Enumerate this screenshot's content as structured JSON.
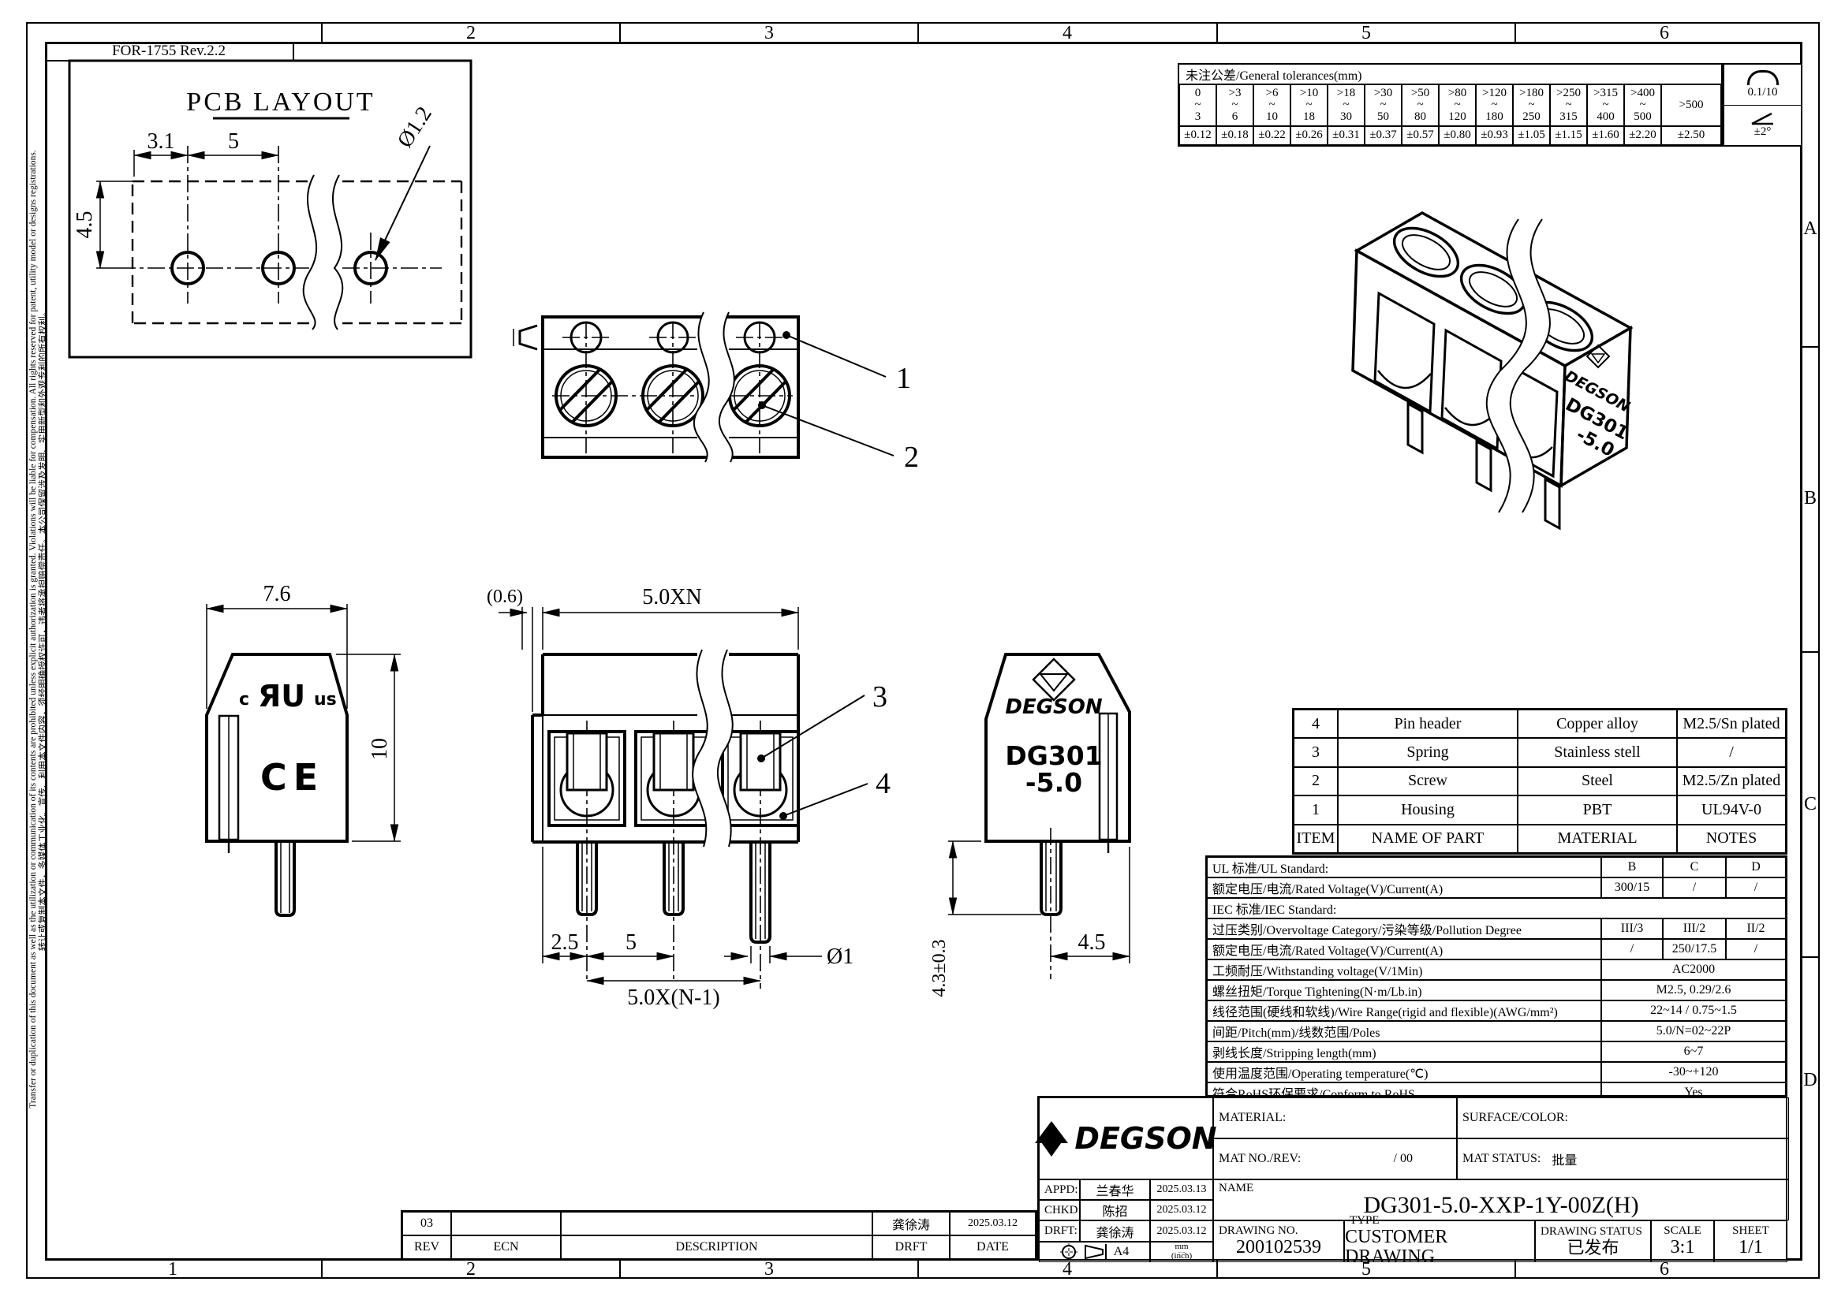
{
  "sheet": {
    "form_label": "FOR-1755 Rev.2.2",
    "zones_top": [
      "2",
      "3",
      "4",
      "5",
      "6"
    ],
    "zones_bottom": [
      "1",
      "2",
      "3",
      "4",
      "5",
      "6"
    ],
    "zones_right": [
      "A",
      "B",
      "C",
      "D"
    ],
    "disclaimer_line1": "Transfer or duplication of this document as well as the utilization or communication of its contents are prohibited unless explicit authorization is granted. Violations will be liable for compensation. All rights reserved for patent, utility model or designs registrations.",
    "disclaimer_line2": "转让或复制本文件，多媒体工业化、宣传、利用本文件内容，须经明确授权许可，违者将承担赔偿责任。本公司保留涉及发明、实用新型和外观专利的所有权利。"
  },
  "pcb": {
    "title": "PCB LAYOUT",
    "dim_pitch_edge": "3.1",
    "dim_pitch": "5",
    "dim_row": "4.5",
    "dim_hole": "Ø1.2"
  },
  "top_view": {
    "balloon_1": "1",
    "balloon_2": "2"
  },
  "front_view": {
    "dim_end": "(0.6)",
    "dim_overall": "5.0XN",
    "dim_pin_edge": "2.5",
    "dim_pitch": "5",
    "dim_span": "5.0X(N-1)",
    "dim_pin": "Ø1",
    "balloon_3": "3",
    "balloon_4": "4"
  },
  "marking_view": {
    "dim_width": "7.6",
    "dim_height": "10",
    "ul_c": "c",
    "ul_mark": "ЯU",
    "ul_us": "us",
    "ce_mark": "CE"
  },
  "side_view": {
    "brand": "DEGSON",
    "model_1": "DG301",
    "model_2": "-5.0",
    "dim_pin_len": "4.3±0.3",
    "dim_depth": "4.5"
  },
  "iso_view": {
    "brand": "DEGSON",
    "model_1": "DG301",
    "model_2": "-5.0"
  },
  "tolerances": {
    "title": "未注公差/General tolerances(mm)",
    "ranges": [
      "0\n~\n3",
      ">3\n~\n6",
      ">6\n~\n10",
      ">10\n~\n18",
      ">18\n~\n30",
      ">30\n~\n50",
      ">50\n~\n80",
      ">80\n~\n120",
      ">120\n~\n180",
      ">180\n~\n250",
      ">250\n~\n315",
      ">315\n~\n400",
      ">400\n~\n500",
      ">500"
    ],
    "values": [
      "±0.12",
      "±0.18",
      "±0.22",
      "±0.26",
      "±0.31",
      "±0.37",
      "±0.57",
      "±0.80",
      "±0.93",
      "±1.05",
      "±1.15",
      "±1.60",
      "±2.20",
      "±2.50"
    ],
    "flatness": "0.1/10",
    "angle": "±2°"
  },
  "parts": {
    "headers": [
      "ITEM",
      "NAME OF PART",
      "MATERIAL",
      "NOTES"
    ],
    "rows": [
      [
        "4",
        "Pin header",
        "Copper alloy",
        "M2.5/Sn plated"
      ],
      [
        "3",
        "Spring",
        "Stainless stell",
        "/"
      ],
      [
        "2",
        "Screw",
        "Steel",
        "M2.5/Zn plated"
      ],
      [
        "1",
        "Housing",
        "PBT",
        "UL94V-0"
      ]
    ]
  },
  "specs": {
    "rows": [
      {
        "label": "UL 标准/UL Standard:",
        "b": "B",
        "c": "C",
        "d": "D"
      },
      {
        "label": "额定电压/电流/Rated Voltage(V)/Current(A)",
        "b": "300/15",
        "c": "/",
        "d": "/"
      },
      {
        "label": "IEC 标准/IEC Standard:"
      },
      {
        "label": "过压类别/Overvoltage Category/污染等级/Pollution Degree",
        "b": "III/3",
        "c": "III/2",
        "d": "II/2"
      },
      {
        "label": "额定电压/电流/Rated Voltage(V)/Current(A)",
        "b": "/",
        "c": "250/17.5",
        "d": "/"
      },
      {
        "label": "工频耐压/Withstanding voltage(V/1Min)",
        "v": "AC2000"
      },
      {
        "label": "螺丝扭矩/Torque Tightening(N·m/Lb.in)",
        "v": "M2.5, 0.29/2.6"
      },
      {
        "label": "线径范围(硬线和软线)/Wire Range(rigid and flexible)(AWG/mm²)",
        "v": "22~14 / 0.75~1.5"
      },
      {
        "label": "间距/Pitch(mm)/线数范围/Poles",
        "v": "5.0/N=02~22P"
      },
      {
        "label": "剥线长度/Stripping length(mm)",
        "v": "6~7"
      },
      {
        "label": "使用温度范围/Operating temperature(℃)",
        "v": "-30~+120"
      },
      {
        "label": "符合RoHS环保要求/Conform to RoHS",
        "v": "Yes"
      }
    ]
  },
  "titleblock": {
    "brand": "DEGSON",
    "material_label": "MATERIAL:",
    "surface_label": "SURFACE/COLOR:",
    "matno_label": "MAT NO./REV:",
    "matno_value": "/ 00",
    "matstatus_label": "MAT STATUS:",
    "matstatus_value": "批量",
    "appd_label": "APPD:",
    "appd_name": "兰春华",
    "appd_date": "2025.03.13",
    "chkd_label": "CHKD:",
    "chkd_name": "陈招",
    "chkd_date": "2025.03.12",
    "drft_label": "DRFT:",
    "drft_name": "龚徐涛",
    "drft_date": "2025.03.12",
    "paper_size": "A4",
    "unit_top": "mm",
    "unit_bottom": "(inch)",
    "name_label": "NAME",
    "part_number": "DG301-5.0-XXP-1Y-00Z(H)",
    "drawing_no_label": "DRAWING NO.",
    "drawing_no": "200102539",
    "type_label": "TYPE",
    "type_value": "CUSTOMER DRAWING",
    "status_label": "DRAWING STATUS",
    "status_value": "已发布",
    "scale_label": "SCALE",
    "scale_value": "3:1",
    "sheet_label": "SHEET",
    "sheet_value": "1/1"
  },
  "revisions": {
    "headers": [
      "REV",
      "ECN",
      "DESCRIPTION",
      "DRFT",
      "DATE"
    ],
    "row": {
      "rev": "03",
      "ecn": "",
      "description": "",
      "drft": "龚徐涛",
      "date": "2025.03.12"
    }
  }
}
